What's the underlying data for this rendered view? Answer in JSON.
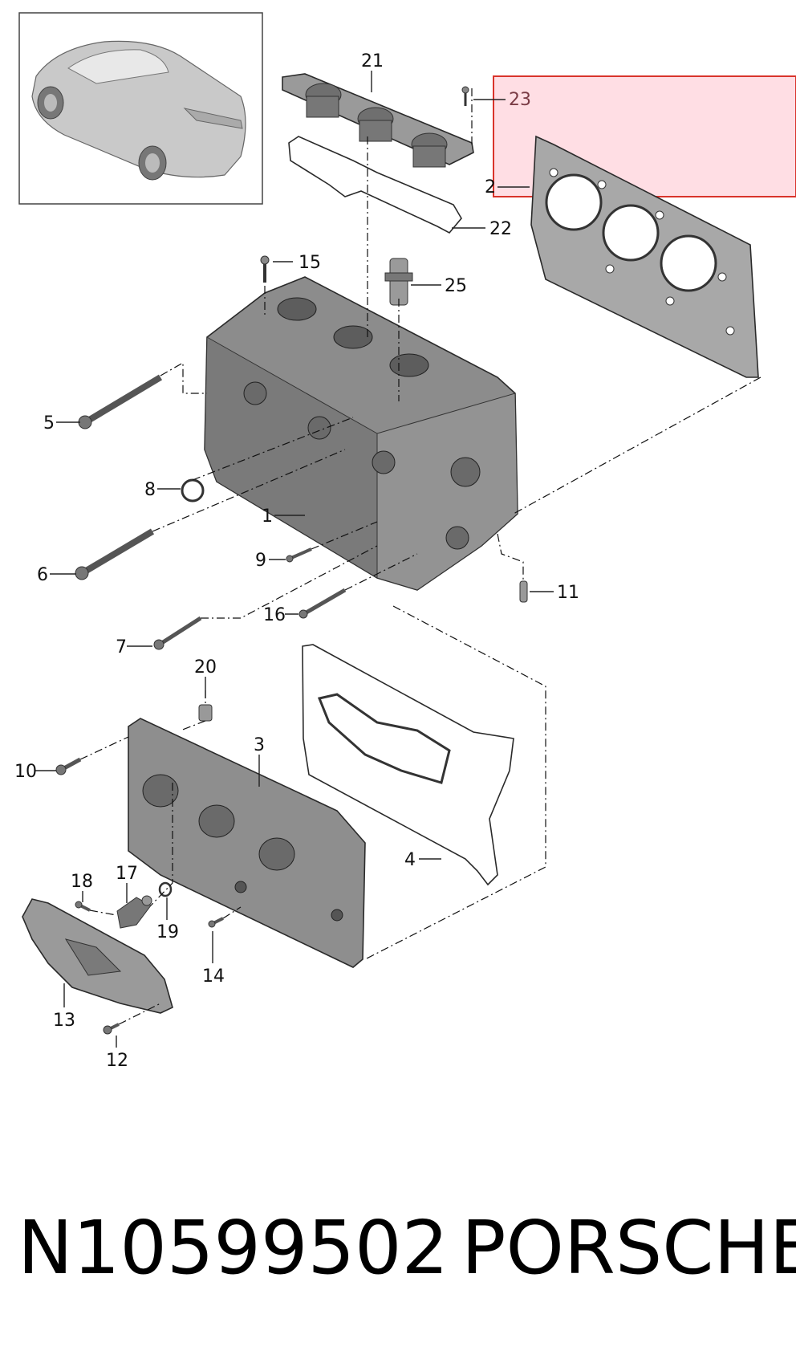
{
  "catalog": {
    "part_number": "N10599502",
    "brand": "PORSCHE"
  },
  "highlight": {
    "color": "#ff6b86",
    "border": "#d9342b"
  },
  "callouts": {
    "c1": "1",
    "c2": "2",
    "c3": "3",
    "c4": "4",
    "c5": "5",
    "c6": "6",
    "c7": "7",
    "c8": "8",
    "c9": "9",
    "c10": "10",
    "c11": "11",
    "c12": "12",
    "c13": "13",
    "c14": "14",
    "c15": "15",
    "c16": "16",
    "c17": "17",
    "c18": "18",
    "c19": "19",
    "c20": "20",
    "c21": "21",
    "c22": "22",
    "c23": "23",
    "c25": "25"
  },
  "icons": [
    "car-thumbnail",
    "cylinder-head",
    "head-gasket",
    "valve-cover",
    "valve-cover-gasket",
    "camshaft-housing",
    "heat-shield",
    "bolt",
    "o-ring",
    "sensor"
  ]
}
